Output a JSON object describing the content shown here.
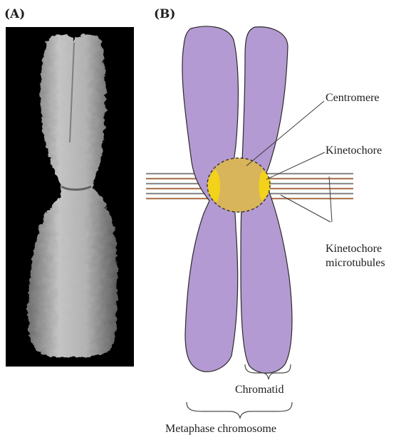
{
  "panels": {
    "a_label": "(A)",
    "b_label": "(B)"
  },
  "labels": {
    "centromere": "Centromere",
    "kinetochore": "Kinetochore",
    "microtubules_line1": "Kinetochore",
    "microtubules_line2": "microtubules",
    "chromatid": "Chromatid",
    "metaphase_chromosome": "Metaphase chromosome"
  },
  "colors": {
    "chromatid_fill": "#b49ad2",
    "centromere_fill": "#d8b55a",
    "kinetochore_fill": "#f2d21a",
    "microtubule": "#b07a56",
    "micrograph_bg": "#000000",
    "micrograph_chromosome": "#a9a9a9"
  }
}
